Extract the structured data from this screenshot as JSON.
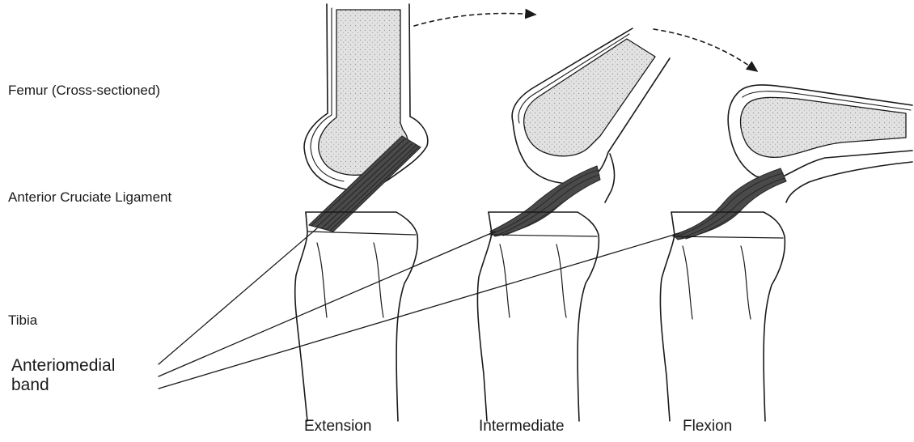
{
  "labels": {
    "femur": "Femur (Cross-sectioned)",
    "acl": "Anterior Cruciate Ligament",
    "tibia": "Tibia",
    "am_band_line1": "Anteriomedial",
    "am_band_line2": "band"
  },
  "captions": {
    "extension": "Extension",
    "intermediate": "Intermediate",
    "flexion": "Flexion"
  },
  "colors": {
    "stroke": "#1a1a1a",
    "bone_fill": "#dcdcdc",
    "ligament": "#3a3a3a"
  }
}
